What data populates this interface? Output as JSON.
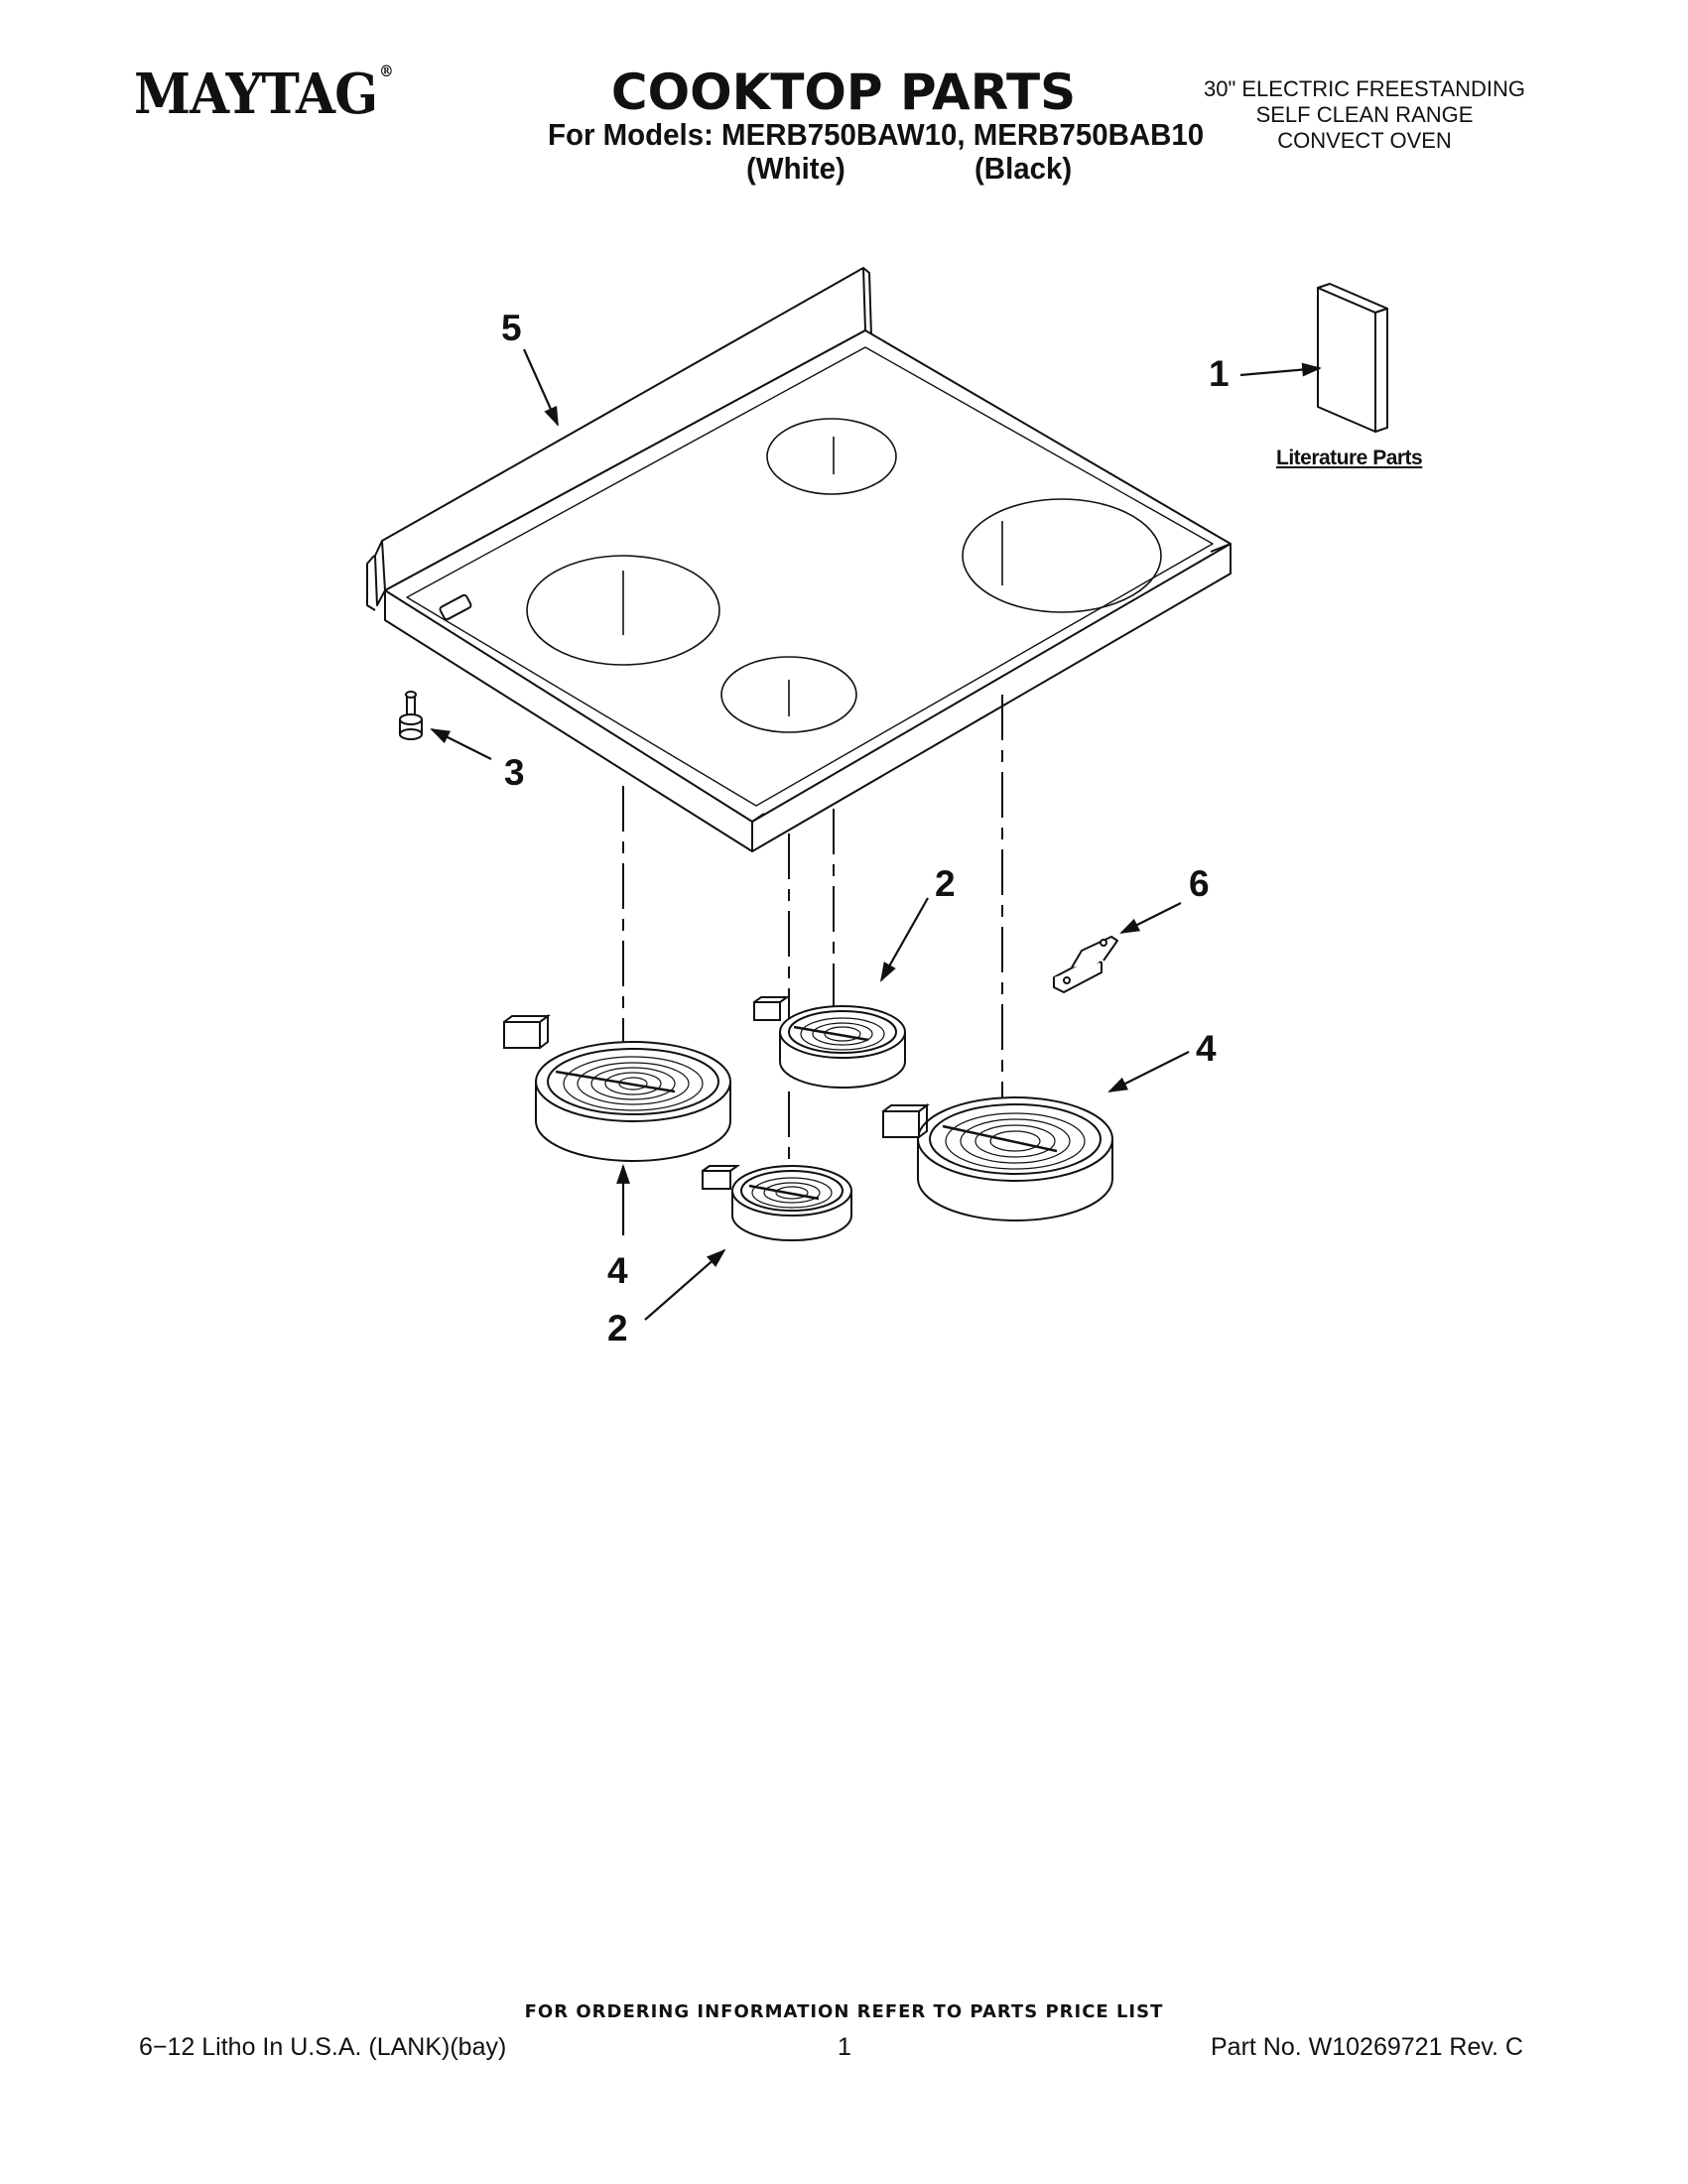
{
  "header": {
    "brand": "MAYTAG",
    "brand_mark": "®",
    "title": "COOKTOP PARTS",
    "models_line": "For Models: MERB750BAW10, MERB750BAB10",
    "color_white": "(White)",
    "color_black": "(Black)",
    "description": [
      "30\" ELECTRIC FREESTANDING",
      "SELF CLEAN RANGE",
      "CONVECT OVEN"
    ]
  },
  "callouts": {
    "c1": "1",
    "c2a": "2",
    "c2b": "2",
    "c3": "3",
    "c4a": "4",
    "c4b": "4",
    "c5": "5",
    "c6": "6"
  },
  "literature_label": "Literature Parts",
  "footer": {
    "ordering_note": "FOR ORDERING INFORMATION REFER TO PARTS PRICE LIST",
    "litho": "6−12   Litho In U.S.A. (LANK)(bay)",
    "page_number": "1",
    "part_no": "Part No. W10269721 Rev. C"
  }
}
